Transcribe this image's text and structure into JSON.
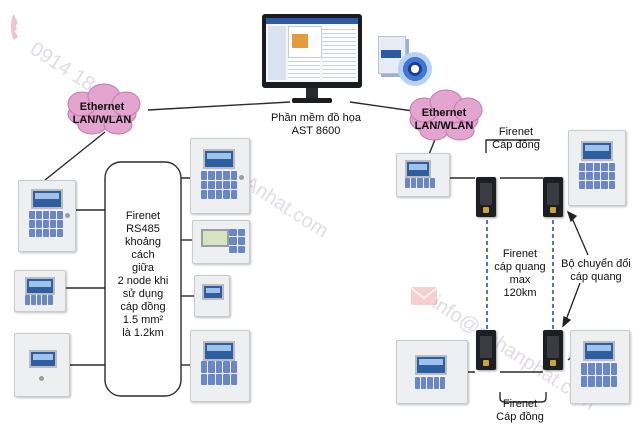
{
  "labels": {
    "software": "Phần mềm đồ họa\nAST 8600",
    "ethernet_left": "Ethernet\nLAN/WLAN",
    "ethernet_right": "Ethernet\nLAN/WLAN",
    "rs485": "Firenet\nRS485\nkhoảng\ncách\ngiữa\n2 node khi\nsử dụng\ncáp đồng\n1.5 mm²\nlà 1.2km",
    "copper_top": "Firenet\nCáp đồng",
    "fiber": "Firenet\ncáp quang\nmax\n120km",
    "converter": "Bộ chuyển đổi\ncáp quang",
    "copper_bottom": "Firenet\nCáp đồng"
  },
  "watermarks": {
    "phone": "0914 18",
    "site": "Anhat.com",
    "email": "info@anhanphat.com"
  },
  "colors": {
    "cloud": "#e3a5d0",
    "cloud_edge": "#c27aa8",
    "fiber_link": "#5570d8",
    "wire": "#2b2b2b"
  }
}
